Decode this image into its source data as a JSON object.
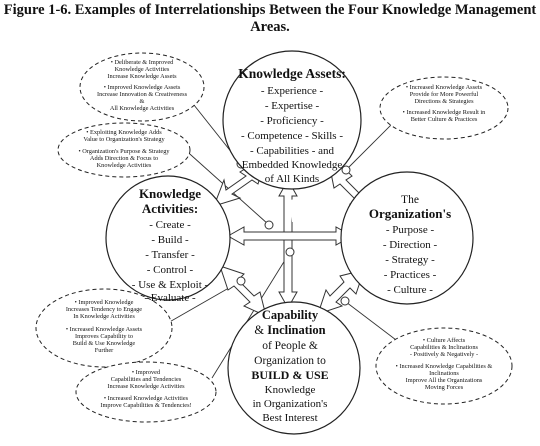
{
  "figure": {
    "title_line1": "Figure 1-6. Examples of Interrelationships Between the Four Knowledge Management",
    "title_line2": "Areas."
  },
  "circles": {
    "assets": {
      "heading": "Knowledge Assets:",
      "lines": [
        "- Experience -",
        "- Expertise -",
        "- Proficiency -",
        "- Competence - Skills -",
        "- Capabilities - and",
        "Embedded Knowledge",
        "of All Kinds"
      ]
    },
    "activities": {
      "heading1": "Knowledge",
      "heading2": "Activities:",
      "lines": [
        "- Create -",
        "- Build -",
        "- Transfer -",
        "- Control -",
        "- Use & Exploit -",
        "- Evaluate -"
      ]
    },
    "organization": {
      "line1": "The",
      "heading": "Organization's",
      "lines": [
        "- Purpose -",
        "- Direction -",
        "- Strategy -",
        "- Practices -",
        "- Culture -"
      ]
    },
    "capability": {
      "heading1": "Capability",
      "amp": "&",
      "heading2": "Inclination",
      "line3": "of People &",
      "line4": "Organization to",
      "heading3": "BUILD & USE",
      "lines": [
        "Knowledge",
        "in Organization's",
        "Best Interest"
      ]
    }
  },
  "notes": {
    "top_left_1": [
      "• Deliberate & Improved",
      "Knowledge Activities",
      "Increase Knowledge Assets",
      "• Improved Knowledge Assets",
      "Increase Innovation & Creativeness",
      "&",
      "All Knowledge Activities"
    ],
    "top_left_2": [
      "• Exploiting Knowledge Adds",
      "Value to Organization's Strategy",
      "• Organization's Purpose & Strategy",
      "Adds Direction & Focus to",
      "Knowledge Activities"
    ],
    "top_right": [
      "• Increased Knowledge Assets",
      "Provide for More Powerful",
      "Directions & Strategies",
      "• Increased Knowledge Result in",
      "Better Culture & Practices"
    ],
    "bottom_left_1": [
      "• Improved Knowledge",
      "Increases Tendency to Engage",
      "In Knowledge Activities",
      "• Increased Knowledge Assets",
      "Improves Capability to",
      "Build & Use Knowledge",
      "Further"
    ],
    "bottom_left_2": [
      "• Improved",
      "Capabilities and Tendencies",
      "Increase Knowledge Activities",
      "• Increased Knowledge Activities",
      "Improve Capabilities & Tendencies!"
    ],
    "bottom_right": [
      "• Culture Affects",
      "Capabilities & Inclinations",
      "- Positively & Negatively -",
      "• Increased Knowledge Capabilities &",
      "Inclinations",
      "Improve All the Organizations",
      "Moving Forces"
    ]
  }
}
